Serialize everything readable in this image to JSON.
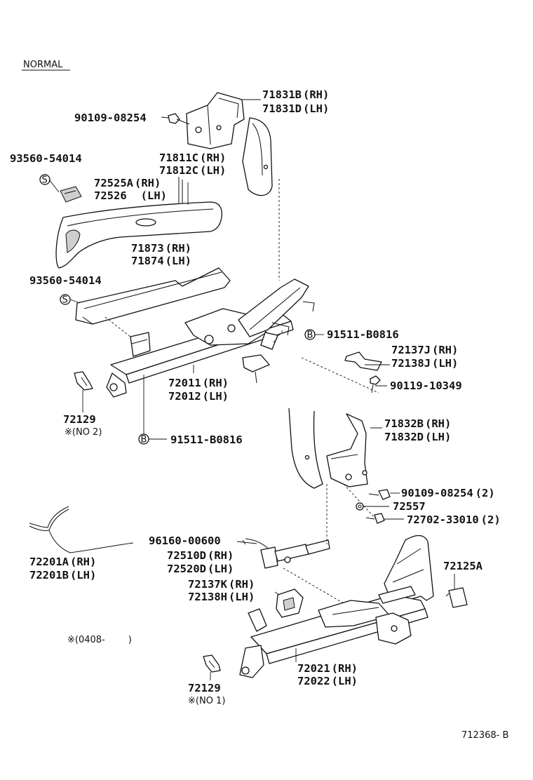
{
  "header": {
    "variant": "NORMAL"
  },
  "callouts": {
    "p1": {
      "num": "71831B",
      "side": "(RH)"
    },
    "p2": {
      "num": "71831D",
      "side": "(LH)"
    },
    "p3": {
      "num": "90109-08254"
    },
    "p4": {
      "num": "93560-54014"
    },
    "p5": {
      "num": "71811C",
      "side": "(RH)"
    },
    "p6": {
      "num": "71812C",
      "side": "(LH)"
    },
    "p7": {
      "num": "72525A",
      "side": "(RH)"
    },
    "p8": {
      "num": "72526",
      "side": "(LH)"
    },
    "p9": {
      "num": "71873",
      "side": "(RH)"
    },
    "p10": {
      "num": "71874",
      "side": "(LH)"
    },
    "p11": {
      "num": "93560-54014"
    },
    "p12": {
      "num": "91511-B0816"
    },
    "p13": {
      "num": "72137J",
      "side": "(RH)"
    },
    "p14": {
      "num": "72138J",
      "side": "(LH)"
    },
    "p15": {
      "num": "90119-10349"
    },
    "p16": {
      "num": "72011",
      "side": "(RH)"
    },
    "p17": {
      "num": "72012",
      "side": "(LH)"
    },
    "p18": {
      "num": "72129"
    },
    "p18n": {
      "note": "※(NO 2)"
    },
    "p19": {
      "num": "91511-B0816"
    },
    "p20": {
      "num": "71832B",
      "side": "(RH)"
    },
    "p21": {
      "num": "71832D",
      "side": "(LH)"
    },
    "p22": {
      "num": "90109-08254",
      "qty": "(2)"
    },
    "p23": {
      "num": "72557"
    },
    "p24": {
      "num": "72702-33010",
      "qty": "(2)"
    },
    "p25": {
      "num": "96160-00600"
    },
    "p26": {
      "num": "72510D",
      "side": "(RH)"
    },
    "p27": {
      "num": "72520D",
      "side": "(LH)"
    },
    "p28": {
      "num": "72201A",
      "side": "(RH)"
    },
    "p29": {
      "num": "72201B",
      "side": "(LH)"
    },
    "p30": {
      "num": "72125A"
    },
    "p31": {
      "num": "72137K",
      "side": "(RH)"
    },
    "p32": {
      "num": "72138H",
      "side": "(LH)"
    },
    "p33": {
      "num": "72021",
      "side": "(RH)"
    },
    "p34": {
      "num": "72022",
      "side": "(LH)"
    },
    "p35": {
      "num": "72129"
    },
    "p35n": {
      "note": "※(NO 1)"
    }
  },
  "footnote": {
    "text": "※(0408-        )"
  },
  "markers": {
    "s": "S",
    "b": "B"
  },
  "drawing_number": "712368- B"
}
